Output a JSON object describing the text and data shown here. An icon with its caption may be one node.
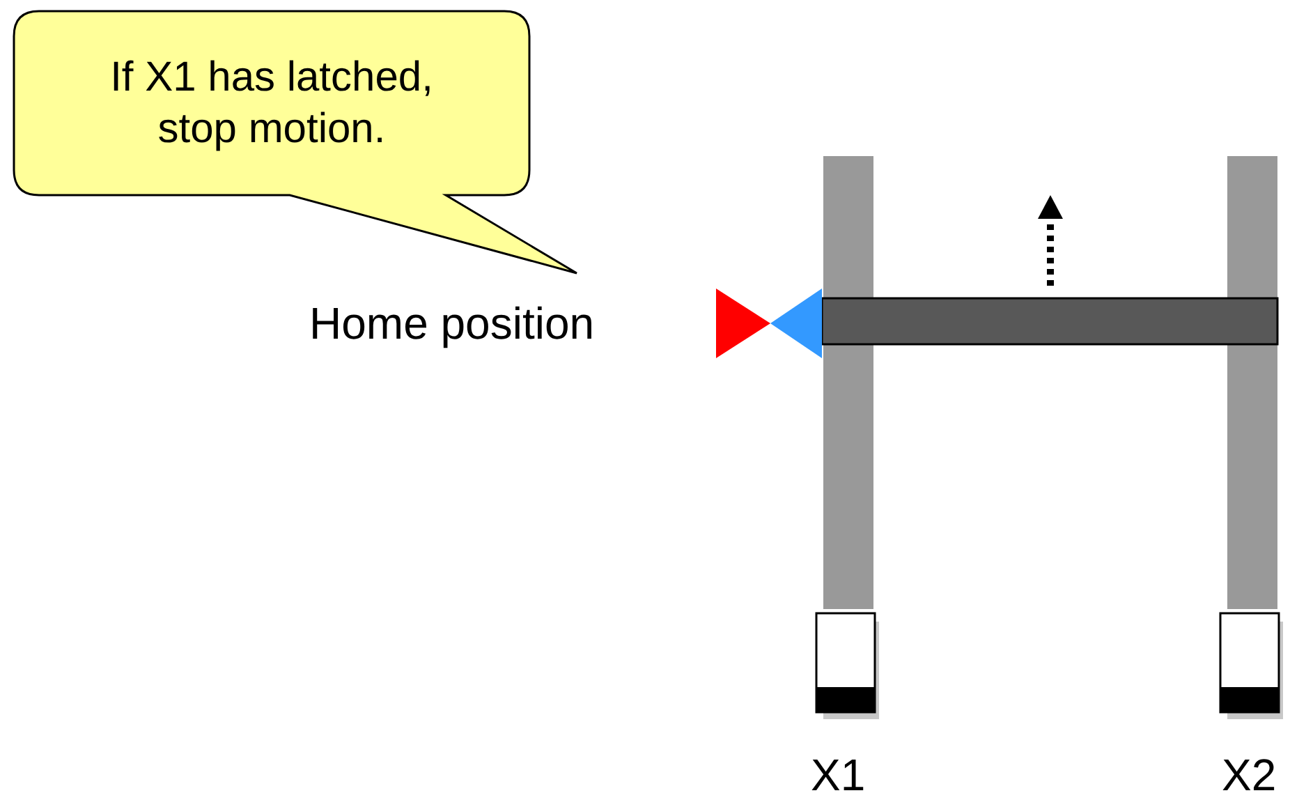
{
  "diagram": {
    "nodes": [
      {
        "text": [
          "If X1 has latched, stop motion."
        ]
      }
    ],
    "labels": [
      "Home position",
      "X1",
      "X2"
    ]
  }
}
